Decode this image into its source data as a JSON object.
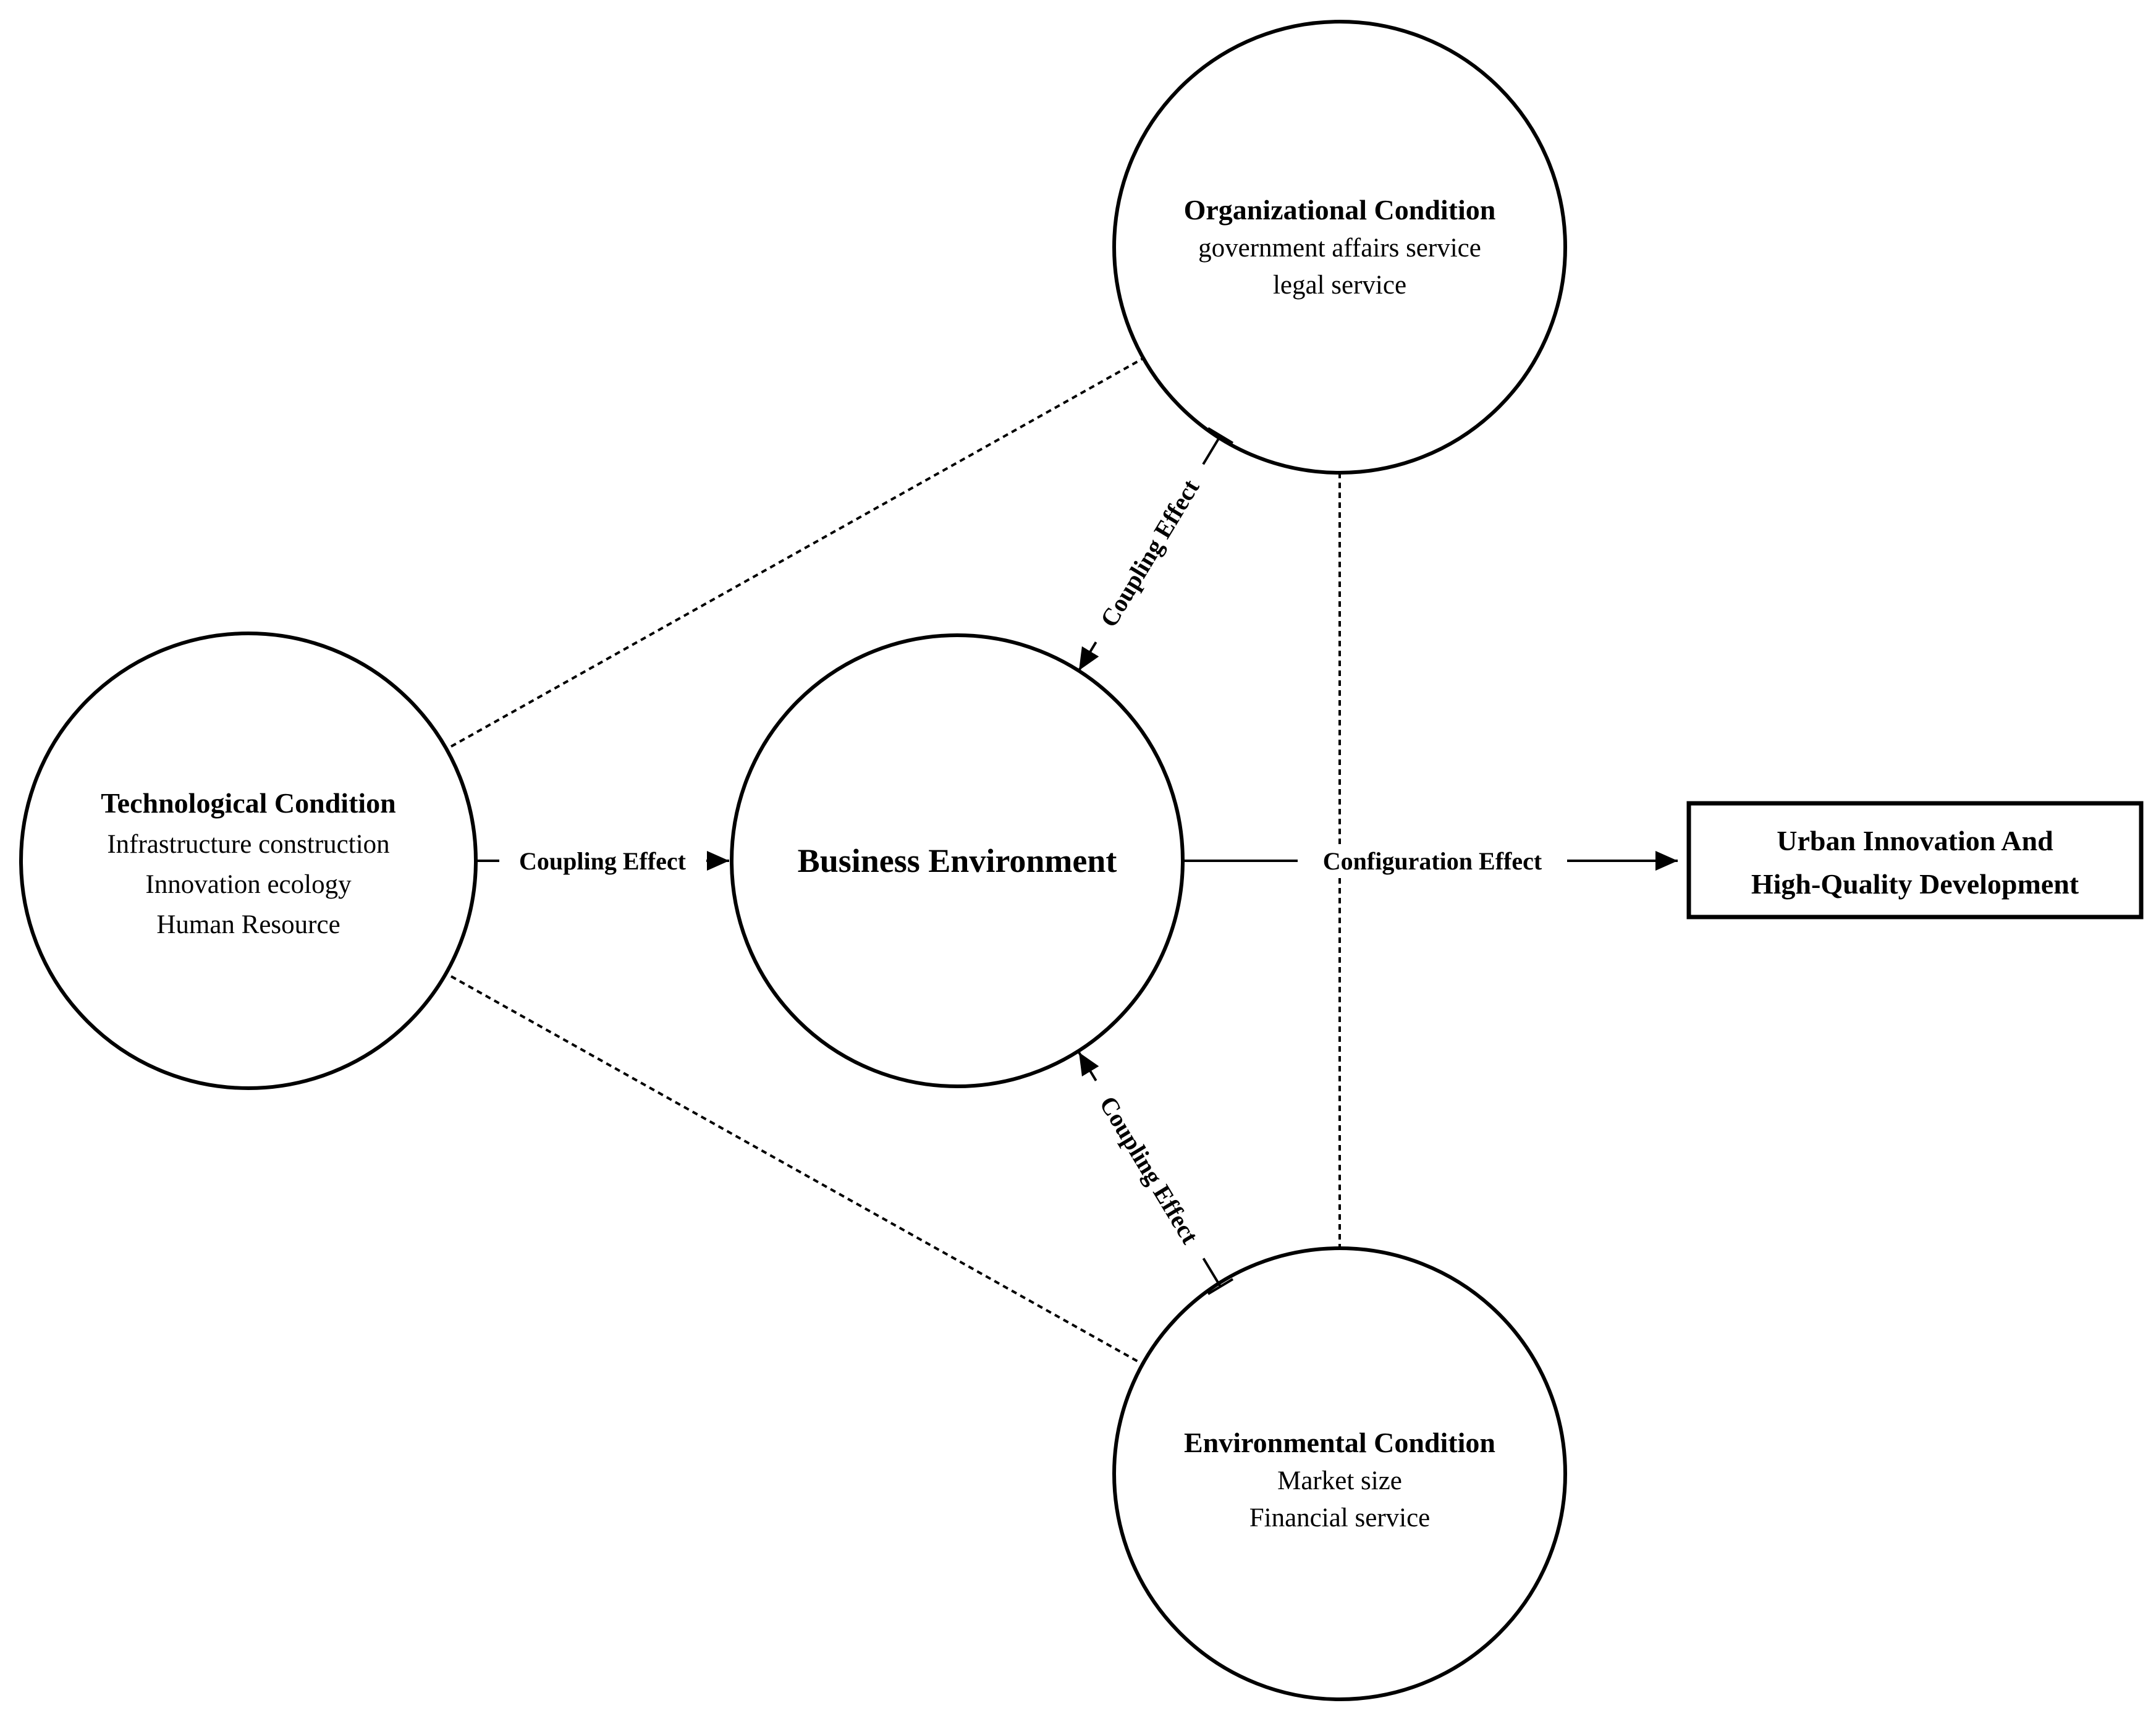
{
  "nodes": {
    "organizational": {
      "title": "Organizational Condition",
      "items": [
        "government affairs service",
        "legal service"
      ]
    },
    "technological": {
      "title": "Technological Condition",
      "items": [
        "Infrastructure construction",
        "Innovation ecology",
        "Human Resource"
      ]
    },
    "environmental": {
      "title": "Environmental Condition",
      "items": [
        "Market size",
        "Financial service"
      ]
    },
    "business": {
      "title": "Business Environment"
    }
  },
  "edges": {
    "coupling_label": "Coupling Effect",
    "configuration_label": "Configuration Effect"
  },
  "outcome": {
    "line1": "Urban Innovation And",
    "line2": "High-Quality Development"
  }
}
